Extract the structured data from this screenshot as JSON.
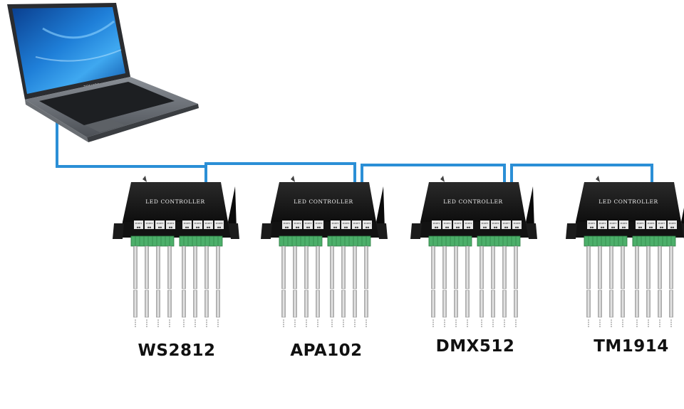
{
  "laptop": {
    "brand": "TOSHIBA",
    "icon": "laptop-icon"
  },
  "cable_color": "#2b8fd6",
  "controllers": [
    {
      "panel_label": "LED CONTROLLER",
      "ports": [
        "PORT1",
        "PORT2",
        "PORT3",
        "PORT4",
        "PORT5",
        "PORT6",
        "PORT7",
        "PORT8"
      ],
      "chip": "WS2812"
    },
    {
      "panel_label": "LED CONTROLLER",
      "ports": [
        "PORT1",
        "PORT2",
        "PORT3",
        "PORT4",
        "PORT5",
        "PORT6",
        "PORT7",
        "PORT8"
      ],
      "chip": "APA102"
    },
    {
      "panel_label": "LED CONTROLLER",
      "ports": [
        "PORT1",
        "PORT2",
        "PORT3",
        "PORT4",
        "PORT5",
        "PORT6",
        "PORT7",
        "PORT8"
      ],
      "chip": "DMX512"
    },
    {
      "panel_label": "LED CONTROLLER",
      "ports": [
        "PORT1",
        "PORT2",
        "PORT3",
        "PORT4",
        "PORT5",
        "PORT6",
        "PORT7",
        "PORT8"
      ],
      "chip": "TM1914"
    }
  ]
}
